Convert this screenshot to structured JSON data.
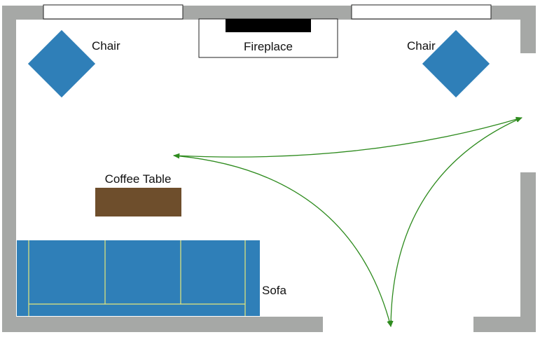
{
  "labels": {
    "chair_left": "Chair",
    "chair_right": "Chair",
    "fireplace": "Fireplace",
    "coffee_table": "Coffee Table",
    "sofa": "Sofa"
  },
  "colors": {
    "wall": "#a6a8a6",
    "furniture_blue": "#2f7fb8",
    "sofa_seam": "#e6e87a",
    "coffee_table": "#6e4e2c",
    "fireplace_firebox": "#000000",
    "arrow": "#2e8b1e",
    "outline": "#222222"
  }
}
